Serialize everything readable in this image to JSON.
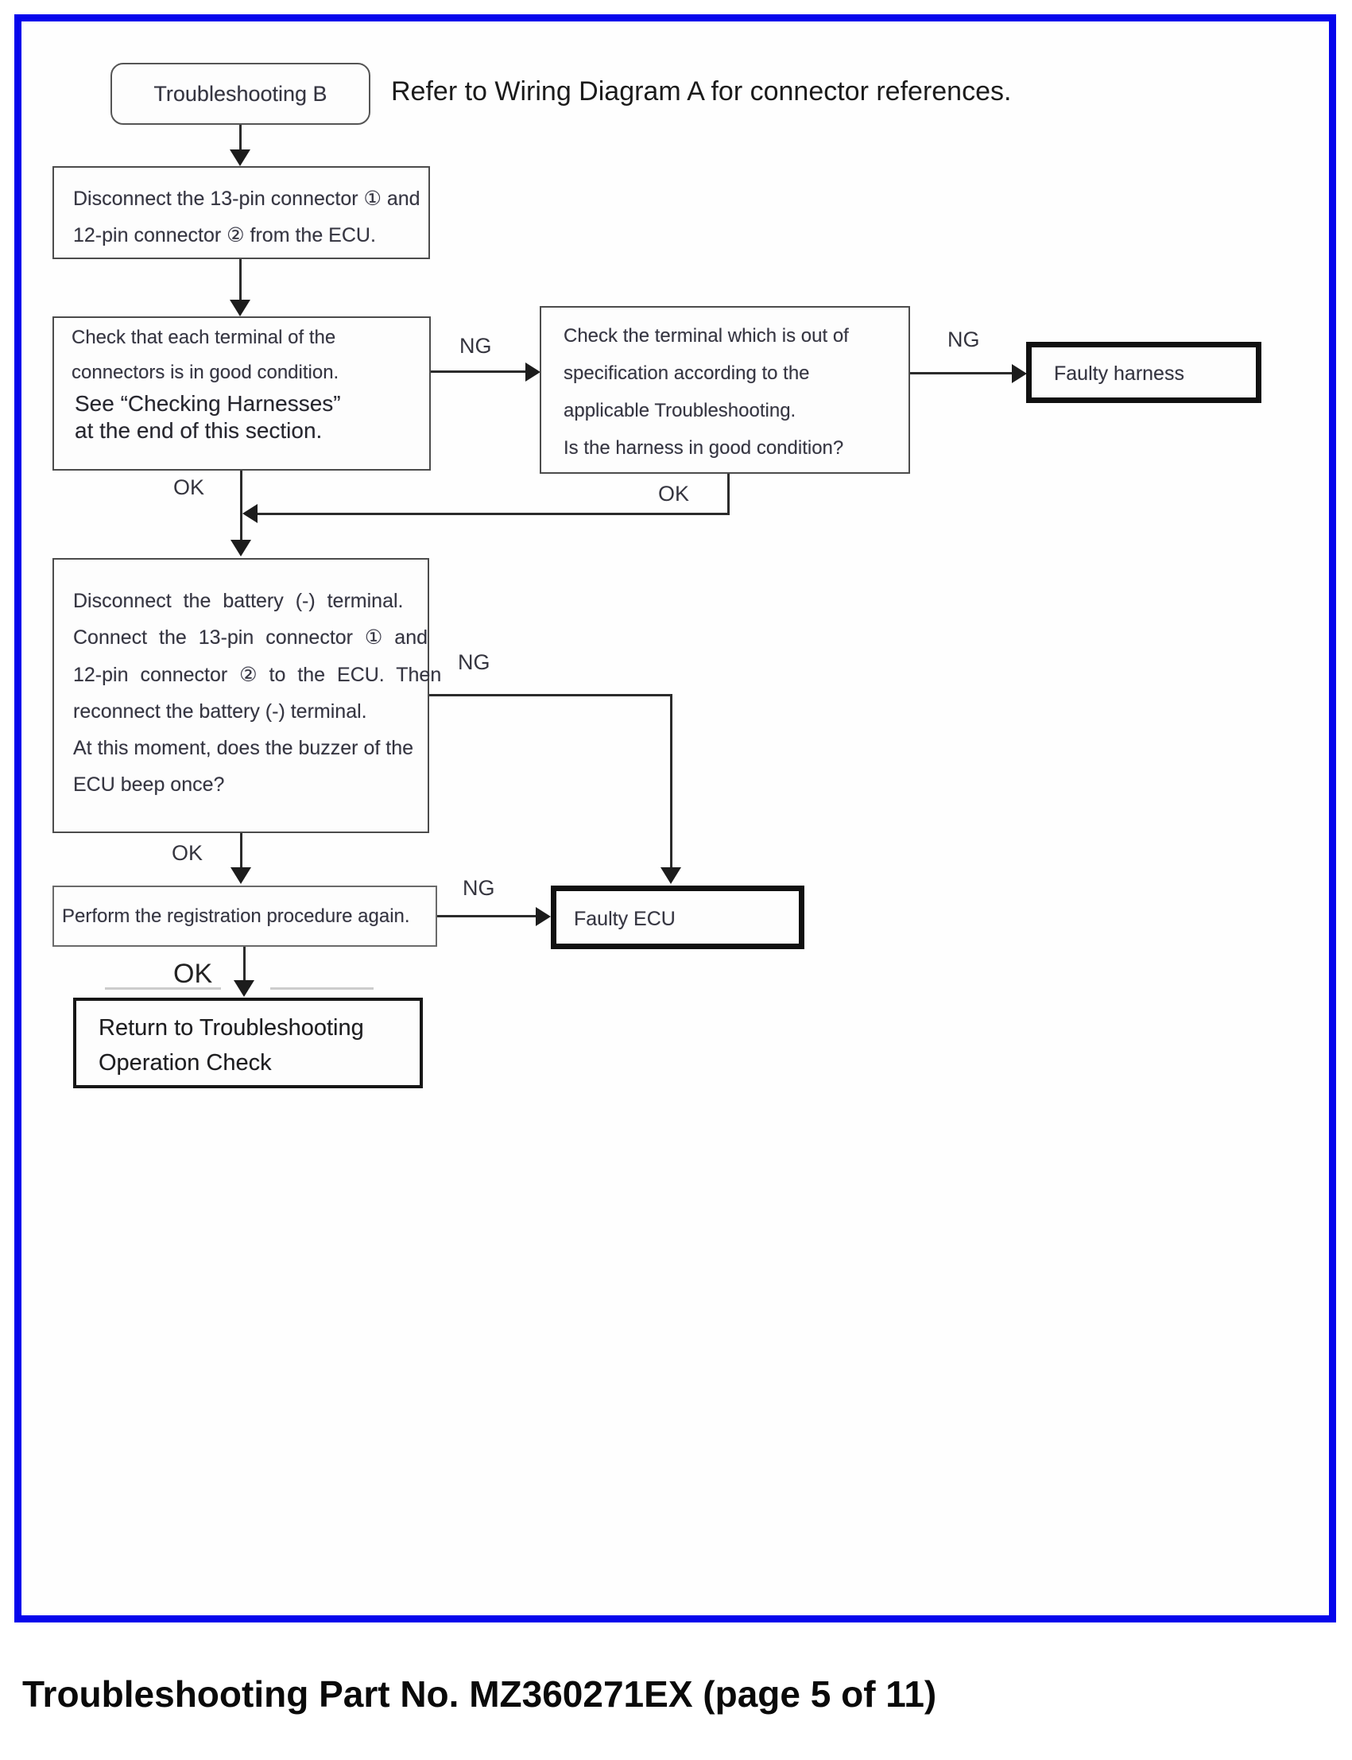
{
  "page": {
    "caption": "Troubleshooting Part No. MZ360271EX (page 5 of 11)",
    "border_color": "#0505ec"
  },
  "flowchart": {
    "start_label": "Troubleshooting B",
    "note": "Refer to Wiring Diagram A for connector references.",
    "labels": {
      "ok": "OK",
      "ng": "NG"
    },
    "boxes": {
      "disconnect_connectors": {
        "lines": [
          "Disconnect the 13-pin connector ① and",
          "12-pin connector ② from the ECU."
        ]
      },
      "check_terminals": {
        "lines": [
          "Check that each terminal of the",
          "connectors is in good condition.",
          "See “Checking Harnesses”",
          "at the end of this section."
        ]
      },
      "check_specification": {
        "lines": [
          "Check the terminal which is out of",
          "specification according to the",
          "applicable Troubleshooting.",
          "Is the harness in good condition?"
        ]
      },
      "faulty_harness": {
        "label": "Faulty harness"
      },
      "reconnect_battery": {
        "lines": [
          "Disconnect the battery (-) terminal.",
          "Connect the 13-pin connector ① and",
          "12-pin connector ② to the ECU. Then",
          "reconnect the battery (-) terminal.",
          "At this moment, does the buzzer of the",
          "ECU beep once?"
        ]
      },
      "registration": {
        "label": "Perform the registration procedure again."
      },
      "faulty_ecu": {
        "label": "Faulty ECU"
      },
      "return_check": {
        "lines": [
          "Return to Troubleshooting",
          "Operation Check"
        ]
      }
    }
  }
}
